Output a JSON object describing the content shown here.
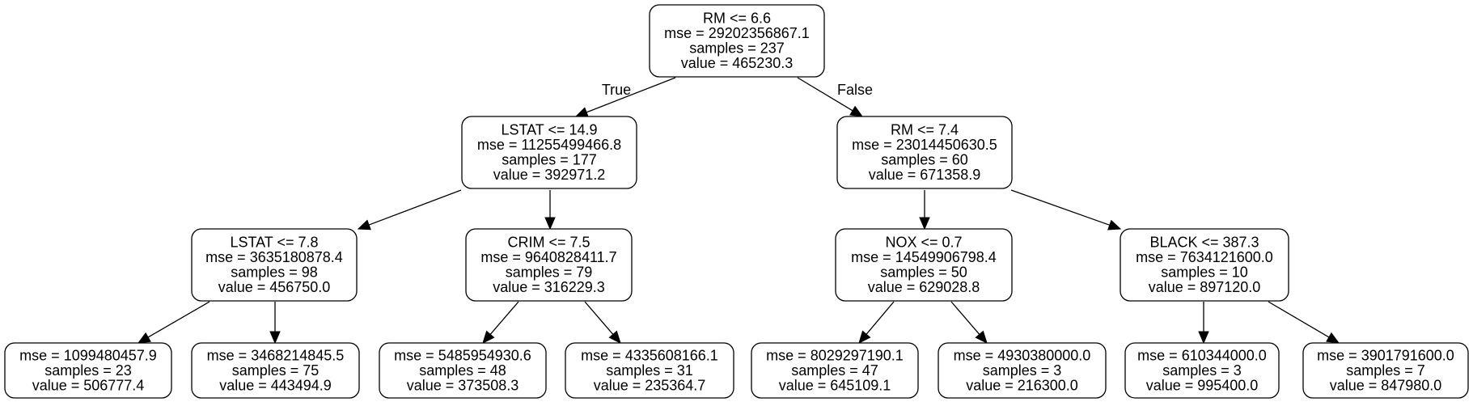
{
  "tree": {
    "edge_labels": {
      "true_label": "True",
      "false_label": "False"
    },
    "nodes": [
      {
        "id": "n0",
        "lines": [
          "RM <= 6.6",
          "mse = 29202356867.1",
          "samples = 237",
          "value = 465230.3"
        ]
      },
      {
        "id": "n1",
        "lines": [
          "LSTAT <= 14.9",
          "mse = 11255499466.8",
          "samples = 177",
          "value = 392971.2"
        ]
      },
      {
        "id": "n2",
        "lines": [
          "RM <= 7.4",
          "mse = 23014450630.5",
          "samples = 60",
          "value = 671358.9"
        ]
      },
      {
        "id": "n3",
        "lines": [
          "LSTAT <= 7.8",
          "mse = 3635180878.4",
          "samples = 98",
          "value = 456750.0"
        ]
      },
      {
        "id": "n4",
        "lines": [
          "CRIM <= 7.5",
          "mse = 9640828411.7",
          "samples = 79",
          "value = 316229.3"
        ]
      },
      {
        "id": "n5",
        "lines": [
          "NOX <= 0.7",
          "mse = 14549906798.4",
          "samples = 50",
          "value = 629028.8"
        ]
      },
      {
        "id": "n6",
        "lines": [
          "BLACK <= 387.3",
          "mse = 7634121600.0",
          "samples = 10",
          "value = 897120.0"
        ]
      },
      {
        "id": "n7",
        "lines": [
          "mse = 1099480457.9",
          "samples = 23",
          "value = 506777.4"
        ]
      },
      {
        "id": "n8",
        "lines": [
          "mse = 3468214845.5",
          "samples = 75",
          "value = 443494.9"
        ]
      },
      {
        "id": "n9",
        "lines": [
          "mse = 5485954930.6",
          "samples = 48",
          "value = 373508.3"
        ]
      },
      {
        "id": "n10",
        "lines": [
          "mse = 4335608166.1",
          "samples = 31",
          "value = 235364.7"
        ]
      },
      {
        "id": "n11",
        "lines": [
          "mse = 8029297190.1",
          "samples = 47",
          "value = 645109.1"
        ]
      },
      {
        "id": "n12",
        "lines": [
          "mse = 4930380000.0",
          "samples = 3",
          "value = 216300.0"
        ]
      },
      {
        "id": "n13",
        "lines": [
          "mse = 610344000.0",
          "samples = 3",
          "value = 995400.0"
        ]
      },
      {
        "id": "n14",
        "lines": [
          "mse = 3901791600.0",
          "samples = 7",
          "value = 847980.0"
        ]
      }
    ],
    "edges": [
      {
        "from": "n0",
        "to": "n1",
        "label_key": "true_label"
      },
      {
        "from": "n0",
        "to": "n2",
        "label_key": "false_label"
      },
      {
        "from": "n1",
        "to": "n3"
      },
      {
        "from": "n1",
        "to": "n4"
      },
      {
        "from": "n2",
        "to": "n5"
      },
      {
        "from": "n2",
        "to": "n6"
      },
      {
        "from": "n3",
        "to": "n7"
      },
      {
        "from": "n3",
        "to": "n8"
      },
      {
        "from": "n4",
        "to": "n9"
      },
      {
        "from": "n4",
        "to": "n10"
      },
      {
        "from": "n5",
        "to": "n11"
      },
      {
        "from": "n5",
        "to": "n12"
      },
      {
        "from": "n6",
        "to": "n13"
      },
      {
        "from": "n6",
        "to": "n14"
      }
    ]
  }
}
